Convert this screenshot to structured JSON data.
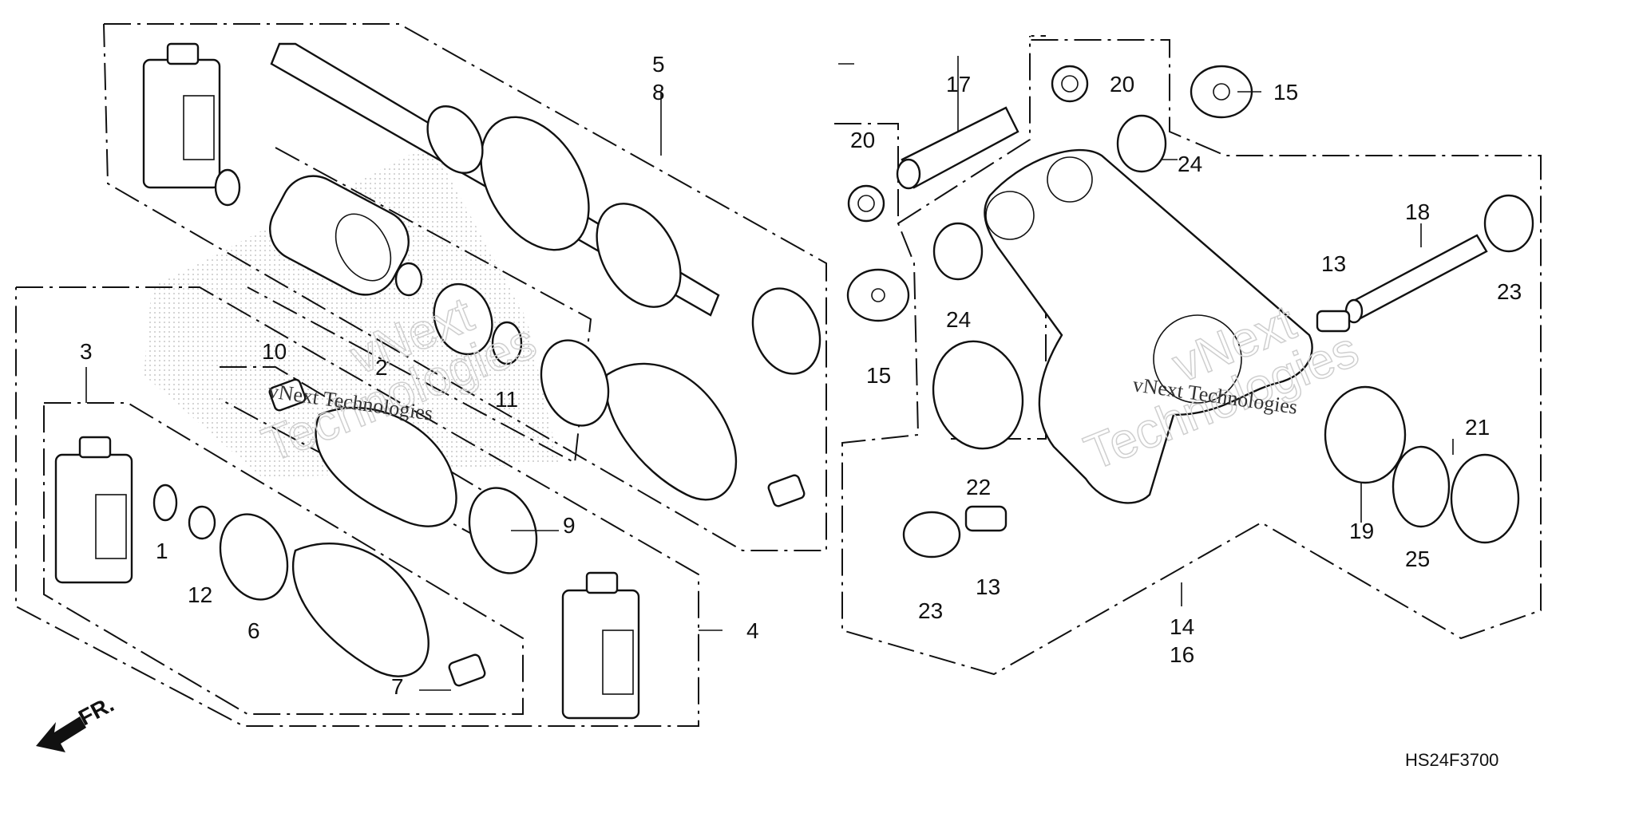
{
  "diagram": {
    "drawing_code": "HS24F3700",
    "direction_label": "FR.",
    "watermark": {
      "line1": "vNext",
      "line2": "Technologies",
      "inline_text": "vNext Technologies"
    },
    "callouts": {
      "n1": "1",
      "n2": "2",
      "n3": "3",
      "n4": "4",
      "n5": "5",
      "n6": "6",
      "n7": "7",
      "n8": "8",
      "n9": "9",
      "n10": "10",
      "n11": "11",
      "n12": "12",
      "n13a": "13",
      "n13b": "13",
      "n14": "14",
      "n15a": "15",
      "n15b": "15",
      "n16": "16",
      "n17": "17",
      "n18": "18",
      "n19": "19",
      "n20a": "20",
      "n20b": "20",
      "n21": "21",
      "n22": "22",
      "n23a": "23",
      "n23b": "23",
      "n24a": "24",
      "n24b": "24",
      "n25": "25"
    }
  }
}
